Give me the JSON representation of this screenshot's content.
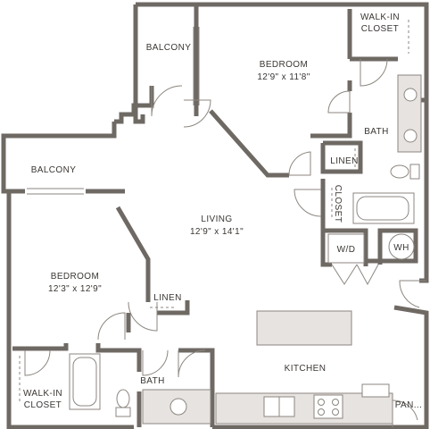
{
  "rooms": {
    "walkin_closet_top": [
      "WALK-IN",
      "CLOSET"
    ],
    "balcony_top": "BALCONY",
    "bedroom_top": {
      "name": "BEDROOM",
      "size": "12'9\" x 11'8\""
    },
    "bath_top": "BATH",
    "linen_top": "LINEN",
    "balcony_left": "BALCONY",
    "living": {
      "name": "LIVING",
      "size": "12'9\" x 14'1\""
    },
    "closet_mid": "CLOSET",
    "wd": "W/D",
    "wh": "WH",
    "bedroom_left": {
      "name": "BEDROOM",
      "size": "12'3\" x 12'9\""
    },
    "linen_left": "LINEN",
    "kitchen": "KITCHEN",
    "bath_bottom": "BATH",
    "walkin_closet_bottom": [
      "WALK-IN",
      "CLOSET"
    ],
    "pantry": "PAN..."
  },
  "colors": {
    "wall": "#6f6964",
    "label": "#3a3633",
    "fixture": "#e6e3e0"
  }
}
